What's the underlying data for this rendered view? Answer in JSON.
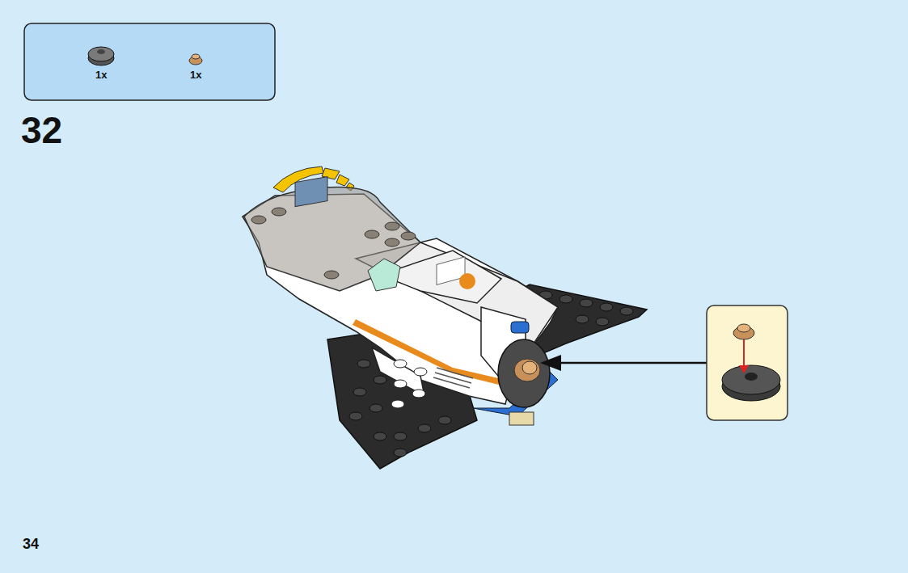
{
  "diagram": {
    "nodes": [
      {
        "text": [
          "1x",
          "1x"
        ]
      }
    ],
    "labels": [
      "32",
      "34"
    ]
  }
}
